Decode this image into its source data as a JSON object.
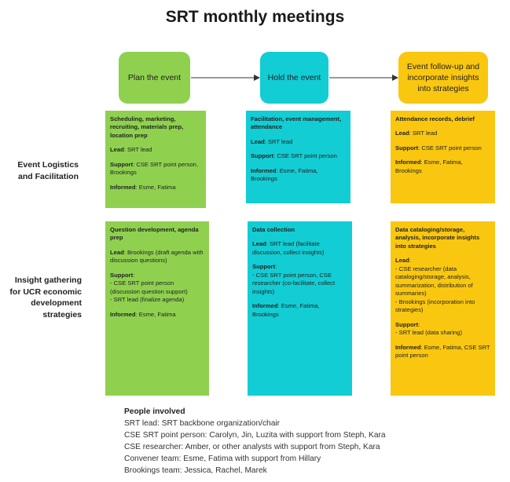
{
  "title": "SRT monthly meetings",
  "phases": [
    {
      "label": "Plan the event",
      "color": "#8fd14f"
    },
    {
      "label": "Hold the event",
      "color": "#12cdd4"
    },
    {
      "label": "Event follow-up and incorporate insights into strategies",
      "color": "#fac710"
    }
  ],
  "rows": [
    {
      "label": "Event Logistics and Facilitation"
    },
    {
      "label": "Insight gathering for UCR economic development strategies"
    }
  ],
  "cards": {
    "logistics": [
      {
        "heading": "Scheduling, marketing, recruiting, materials prep, location prep",
        "lead_label": "Lead",
        "lead": ": SRT lead",
        "support_label": "Support",
        "support": ": CSE SRT point person, Brookings",
        "informed_label": "Informed",
        "informed": ": Esme, Fatima"
      },
      {
        "heading": "Facilitation, event management, attendance",
        "lead_label": "Lead",
        "lead": ": SRT lead",
        "support_label": "Support",
        "support": ": CSE SRT point person",
        "informed_label": "Informed",
        "informed": ": Esme, Fatima, Brookings"
      },
      {
        "heading": "Attendance records, debrief",
        "lead_label": "Lead",
        "lead": ": SRT lead",
        "support_label": "Support",
        "support": ": CSE SRT point person",
        "informed_label": "Informed",
        "informed": ": Esme, Fatima, Brookings"
      }
    ],
    "insight": [
      {
        "heading": "Question development, agenda prep",
        "lead_label": "Lead",
        "lead": ": Brookings (draft agenda with discussion questions)",
        "support_label": "Support",
        "support": ":\n- CSE SRT point person (discussion question support)\n- SRT lead (finalize agenda)",
        "informed_label": "Informed",
        "informed": ": Esme, Fatima"
      },
      {
        "heading": "Data collection",
        "lead_label": "Lead",
        "lead": ": SRT lead (facilitate discussion, collect insights)",
        "support_label": "Support",
        "support": ":\n- CSE SRT point person, CSE researcher (co-facilitate, collect insights)",
        "informed_label": "Informed",
        "informed": ": Esme, Fatima, Brookings"
      },
      {
        "heading": "Data cataloging/storage, analysis, incorporate insights into strategies",
        "lead_label": "Lead",
        "lead": ":\n- CSE researcher (data cataloging/storage, analysis, summarization, distribution of summaries)\n- Brookings (incorporation into strategies)",
        "support_label": "Support",
        "support": ":\n- SRT lead (data sharing)",
        "informed_label": "Informed",
        "informed": ": Esme, Fatima, CSE SRT point person"
      }
    ]
  },
  "people": {
    "heading": "People involved",
    "lines": [
      "SRT lead: SRT backbone organization/chair",
      "CSE SRT point person: Carolyn, Jin, Luzita with support from Steph, Kara",
      "CSE researcher: Amber, or other analysts with support from Steph, Kara",
      "Convener team: Esme, Fatima with support from Hillary",
      "Brookings team: Jessica, Rachel, Marek"
    ]
  }
}
